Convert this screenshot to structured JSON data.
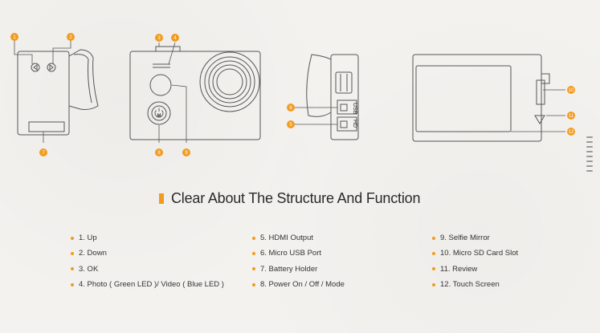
{
  "title": "Clear About The Structure And Function",
  "callouts": [
    "1",
    "2",
    "3",
    "4",
    "5",
    "6",
    "7",
    "8",
    "9",
    "10",
    "11",
    "12"
  ],
  "ports": {
    "usb": "USB",
    "hdmi": "HD"
  },
  "legend": {
    "col1": [
      "1. Up",
      "2. Down",
      "3. OK",
      "4. Photo ( Green LED )/ Video ( Blue LED )"
    ],
    "col2": [
      "5. HDMI Output",
      "6. Micro USB Port",
      "7. Battery Holder",
      "8. Power On / Off / Mode"
    ],
    "col3": [
      "9. Selfie Mirror",
      "10. Micro SD Card Slot",
      "11. Review",
      "12. Touch Screen"
    ]
  },
  "colors": {
    "accent": "#f29c1f",
    "line": "#555555"
  }
}
